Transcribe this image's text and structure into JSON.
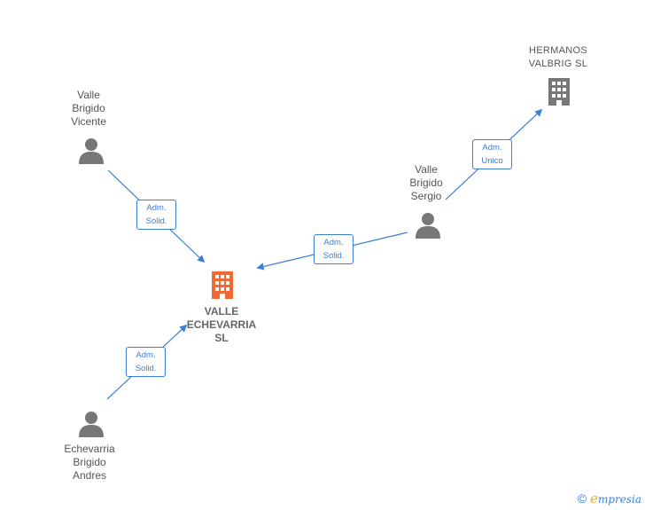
{
  "nodes": {
    "main_company": {
      "label": "VALLE\nECHEVARRIA\nSL"
    },
    "hermanos": {
      "label": "HERMANOS\nVALBRIG  SL"
    },
    "vicente": {
      "label": "Valle\nBrigido\nVicente"
    },
    "sergio": {
      "label": "Valle\nBrigido\nSergio"
    },
    "andres": {
      "label": "Echevarria\nBrigido\nAndres"
    }
  },
  "edges": {
    "vicente_to_main": {
      "line1": "Adm.",
      "line2": "Solid."
    },
    "sergio_to_main": {
      "line1": "Adm.",
      "line2": "Solid."
    },
    "andres_to_main": {
      "line1": "Adm.",
      "line2": "Solid."
    },
    "sergio_to_hermanos": {
      "line1": "Adm.",
      "line2": "Unico"
    }
  },
  "footer": {
    "copyright": "©",
    "brand_initial": "e",
    "brand_rest": "mpresia"
  },
  "colors": {
    "edge": "#3a7fd5",
    "person": "#777777",
    "main_building": "#f06a35",
    "building": "#777777"
  }
}
